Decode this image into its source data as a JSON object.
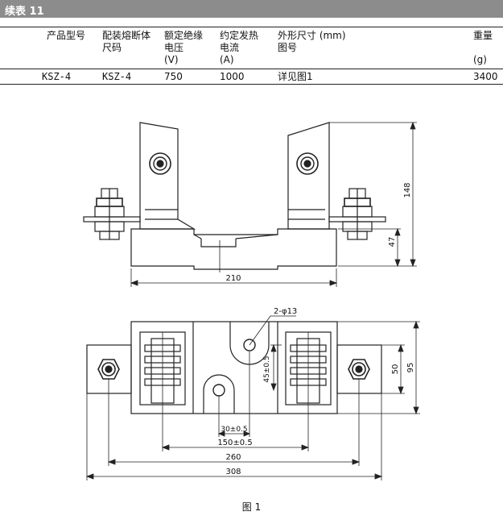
{
  "header": {
    "title": "续表 11"
  },
  "table": {
    "columns": [
      {
        "lines": [
          "产品型号"
        ]
      },
      {
        "lines": [
          "配装熔断体",
          "尺码"
        ]
      },
      {
        "lines": [
          "额定绝缘",
          "电压",
          "(V)"
        ]
      },
      {
        "lines": [
          "约定发热",
          "电流",
          "(A)"
        ]
      },
      {
        "lines": [
          "外形尺寸 (mm)",
          "图号"
        ]
      },
      {
        "lines": [
          "重量",
          "",
          "(g)"
        ]
      }
    ],
    "row": [
      "KSZ-4",
      "KSZ-4",
      "750",
      "1000",
      "详见图1",
      "3400"
    ]
  },
  "drawing": {
    "dims": {
      "width_top": "210",
      "height_total": "148",
      "height_base": "47",
      "holes": "2-φ13",
      "offset_45": "45±0.5",
      "offset_30": "30±0.5",
      "span_150": "150±0.5",
      "span_260": "260",
      "length_308": "308",
      "width_50": "50",
      "width_95": "95"
    }
  },
  "caption": "图 1"
}
